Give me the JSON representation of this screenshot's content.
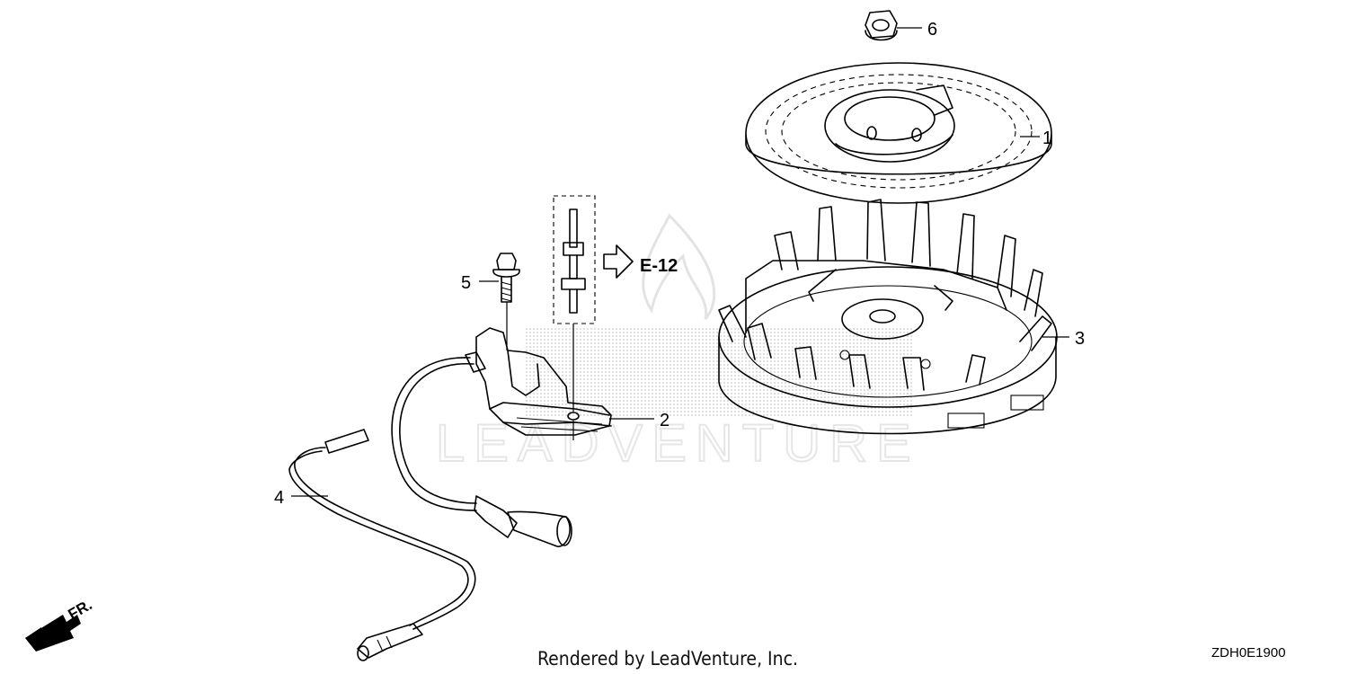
{
  "diagram": {
    "parts": [
      {
        "number": "1",
        "icon": "recoil-starter-pulley-icon"
      },
      {
        "number": "2",
        "icon": "ignition-coil-icon"
      },
      {
        "number": "3",
        "icon": "flywheel-icon"
      },
      {
        "number": "4",
        "icon": "stop-switch-wire-icon"
      },
      {
        "number": "5",
        "icon": "flange-bolt-icon"
      },
      {
        "number": "6",
        "icon": "flange-nut-icon"
      }
    ],
    "reference": "E-12",
    "direction_label": "FR.",
    "watermark": "LEADVENTURE",
    "credit": "Rendered by LeadVenture, Inc.",
    "diagram_code": "ZDH0E1900"
  }
}
